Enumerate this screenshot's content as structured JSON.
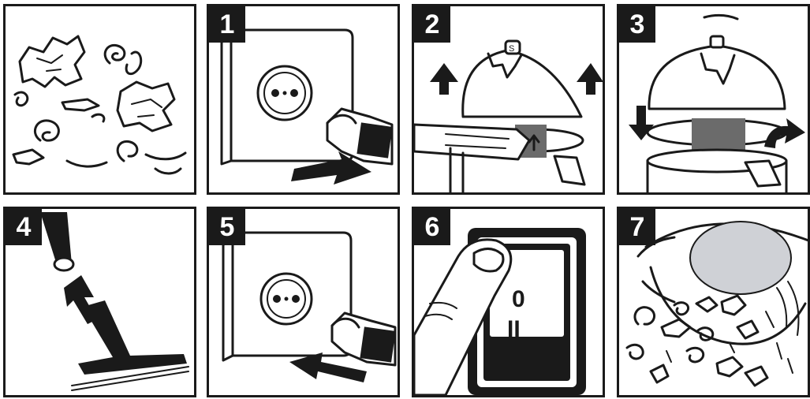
{
  "steps": [
    {
      "id": "intro",
      "label": ""
    },
    {
      "id": "step-1",
      "label": "1"
    },
    {
      "id": "step-2",
      "label": "2"
    },
    {
      "id": "step-3",
      "label": "3"
    },
    {
      "id": "step-4",
      "label": "4"
    },
    {
      "id": "step-5",
      "label": "5"
    },
    {
      "id": "step-6",
      "label": "6"
    },
    {
      "id": "step-7",
      "label": "7"
    }
  ],
  "switch": {
    "off_label": "0",
    "on_label": "II"
  },
  "lid_badge_label": "S",
  "colors": {
    "ink": "#1a1a1a",
    "paper": "#ffffff",
    "filter_grey": "#6b6b6b",
    "filter_light": "#cfd1d6"
  }
}
